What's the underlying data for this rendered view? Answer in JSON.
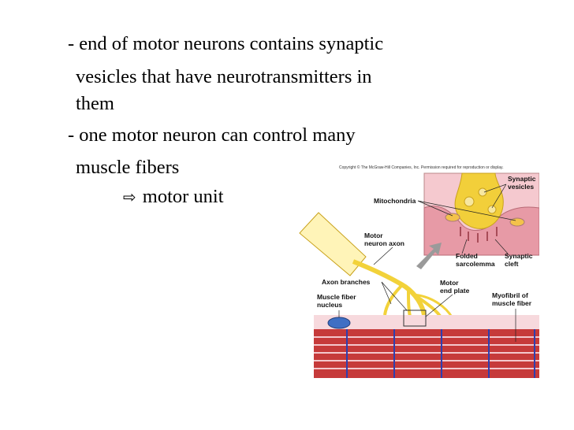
{
  "slide": {
    "bullets": [
      {
        "line1": "- end of motor neurons contains synaptic",
        "line2": "vesicles that have neurotransmitters in",
        "line3": "them"
      },
      {
        "line1": "- one  motor neuron can control many",
        "line2": "muscle fibers"
      }
    ],
    "sub_point": {
      "arrow": "⇨",
      "text": "motor unit"
    }
  },
  "figure": {
    "copyright": "Copyright © The McGraw-Hill Companies, Inc. Permission required for reproduction or display.",
    "labels": {
      "synaptic_vesicles_1": "Synaptic",
      "synaptic_vesicles_2": "vesicles",
      "mitochondria": "Mitochondria",
      "motor_neuron_axon_1": "Motor",
      "motor_neuron_axon_2": "neuron axon",
      "folded_sarcolemma_1": "Folded",
      "folded_sarcolemma_2": "sarcolemma",
      "synaptic_cleft_1": "Synaptic",
      "synaptic_cleft_2": "cleft",
      "axon_branches": "Axon branches",
      "muscle_fiber_nucleus_1": "Muscle fiber",
      "muscle_fiber_nucleus_2": "nucleus",
      "motor_end_plate_1": "Motor",
      "motor_end_plate_2": "end plate",
      "myofibril_1": "Myofibril of",
      "myofibril_2": "muscle fiber"
    },
    "colors": {
      "neuron": "#f2d23a",
      "muscle": "#c63a3a",
      "inset_bg": "#f5c9cf",
      "nucleus": "#3f6fc4"
    }
  }
}
